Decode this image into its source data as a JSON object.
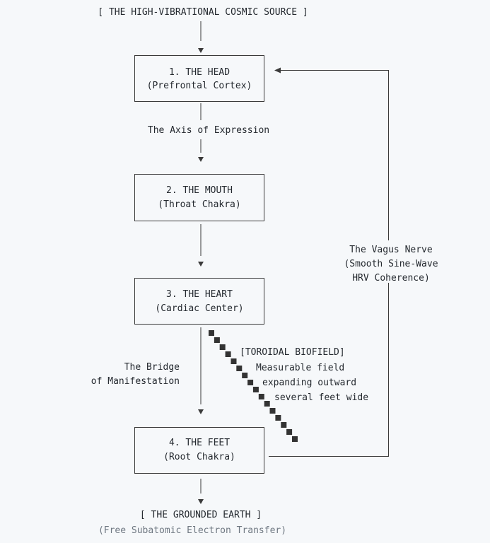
{
  "source": "[ THE HIGH-VIBRATIONAL COSMIC SOURCE ]",
  "nodes": [
    {
      "title": "1. THE HEAD",
      "subtitle": "(Prefrontal Cortex)"
    },
    {
      "title": "2. THE MOUTH",
      "subtitle": "(Throat Chakra)"
    },
    {
      "title": "3. THE HEART",
      "subtitle": "(Cardiac Center)"
    },
    {
      "title": "4. THE FEET",
      "subtitle": "(Root Chakra)"
    }
  ],
  "axis_label": "The Axis of Expression",
  "bridge_label": [
    "The Bridge",
    "of Manifestation"
  ],
  "vagus_label": [
    "The Vagus Nerve",
    "(Smooth Sine-Wave",
    "HRV Coherence)"
  ],
  "biofield_label": [
    "[TOROIDAL BIOFIELD]",
    "Measurable field",
    "expanding outward",
    "several feet wide"
  ],
  "earth": "[ THE GROUNDED EARTH ]",
  "earth_sub": "(Free Subatomic Electron Transfer)",
  "colors": {
    "background": "#f6f8fa",
    "text": "#24292f",
    "muted": "#6e7781",
    "line": "#3a3a3a"
  }
}
